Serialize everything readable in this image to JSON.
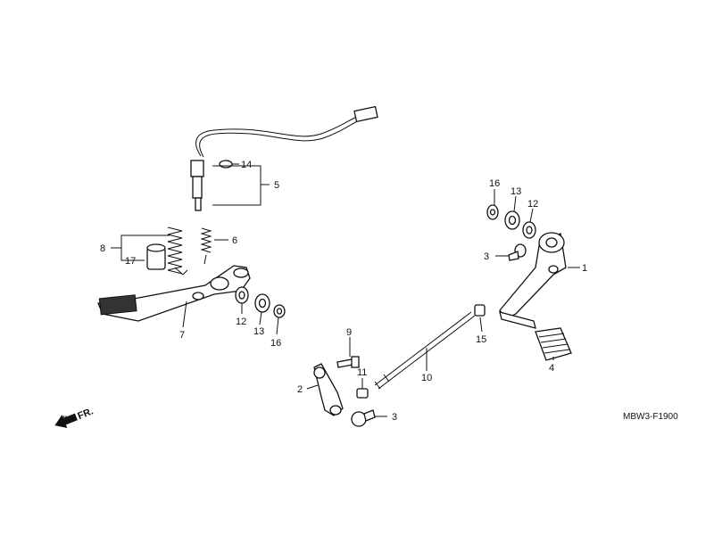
{
  "diagram": {
    "code": "MBW3-F1900",
    "front_indicator": "FR.",
    "callouts": [
      "1",
      "2",
      "3",
      "3",
      "4",
      "5",
      "6",
      "7",
      "8",
      "9",
      "10",
      "11",
      "12",
      "12",
      "13",
      "13",
      "14",
      "15",
      "16",
      "16",
      "17"
    ]
  },
  "colors": {
    "line": "#111111",
    "background": "#ffffff"
  }
}
